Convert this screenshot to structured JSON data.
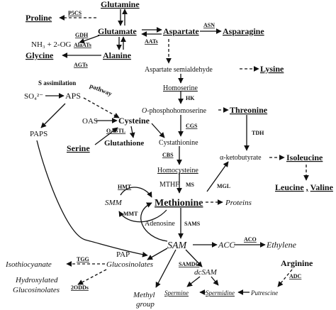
{
  "nodes": {
    "glutamine": "Glutamine",
    "proline": "Proline",
    "glutamate": "Glutamate",
    "aspartate": "Aspartate",
    "asparagine": "Asparagine",
    "nh3_2og": "NH₃ + 2-OG",
    "glycine": "Glycine",
    "alanine": "Alanine",
    "aspartate_semialdehyde": "Aspartate semialdehyde",
    "lysine": "Lysine",
    "s_assimilation_1": "S assimilation",
    "s_assimilation_2": "pathway",
    "so4": "SO₄²⁻",
    "aps": "APS",
    "homoserine": "Homoserine",
    "o_phosphohomoserine_prefix": "O",
    "o_phosphohomoserine_rest": "-phosphohomoserine",
    "threonine": "Threonine",
    "oas": "OAS",
    "cysteine": "Cysteine",
    "paps": "PAPS",
    "serine": "Serine",
    "glutathione": "Glutathione",
    "cystathionine": "Cystathionine",
    "alpha_ketobutyrate": "α-ketobutyrate",
    "isoleucine": "Isoleucine",
    "homocysteine": "Homocysteine",
    "mthf": "MTHF",
    "leucine": "Leucine",
    "comma": ",",
    "valine": "Valine",
    "smm": "SMM",
    "methionine": "Methionine",
    "proteins": "Proteins",
    "adenosine": "Adenosine",
    "sam": "SAM",
    "acc": "ACC",
    "ethylene": "Ethylene",
    "pap": "PAP",
    "arginine": "Arginine",
    "isothiocyanate": "Isothiocyanate",
    "glucosinolates": "Glucosinolates",
    "dcsam": "dcSAM",
    "hydroxylated_1": "Hydroxylated",
    "hydroxylated_2": "Glucosinolates",
    "spermine": "Spermine",
    "spermidine": "Spermidine",
    "putrescine": "Putrescine",
    "methyl_1": "Methyl",
    "methyl_2": "group"
  },
  "enzymes": {
    "p5cs": "P5CS",
    "gdh": "GDH",
    "alaats": "AlaATs",
    "agts": "AGTs",
    "asn": "ASN",
    "aats": "AATs",
    "hk": "HK",
    "oastl": "OASTL",
    "cgs": "CGS",
    "tdh": "TDH",
    "cbs": "CBS",
    "ms": "MS",
    "mgl": "MGL",
    "hmt": "HMT",
    "mmt": "MMT",
    "sams": "SAMS",
    "aco": "ACO",
    "tgg": "TGG",
    "samdc": "SAMDC",
    "adc": "ADC",
    "two_odds": "2ODDs"
  },
  "colors": {
    "ink": "#111111",
    "background": "#ffffff"
  }
}
